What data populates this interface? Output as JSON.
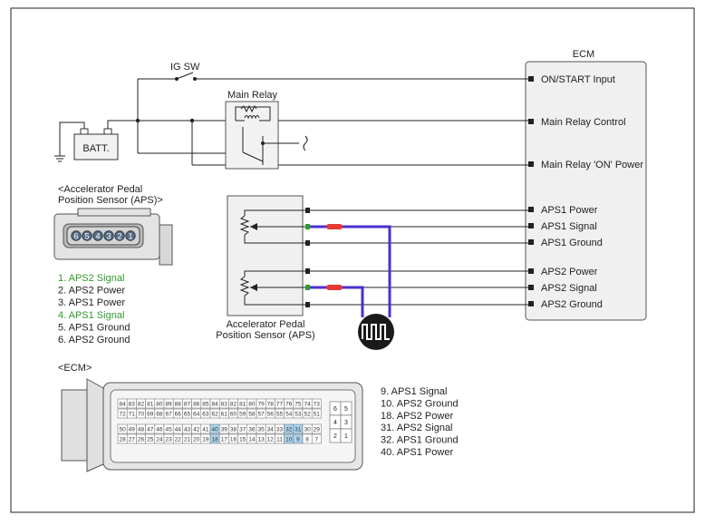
{
  "ecm_box": {
    "title": "ECM",
    "pins": [
      "ON/START Input",
      "Main Relay Control",
      "Main Relay 'ON' Power",
      "APS1 Power",
      "APS1 Signal",
      "APS1 Ground",
      "APS2 Power",
      "APS2 Signal",
      "APS2 Ground"
    ]
  },
  "ig_sw": "IG SW",
  "main_relay": "Main Relay",
  "battery": "BATT.",
  "sensor_title_line1": "Accelerator Pedal",
  "sensor_title_line2": "Position Sensor (APS)",
  "aps_connector": {
    "header_line1": "<Accelerator Pedal",
    "header_line2": "Position Sensor (APS)>",
    "pin_numbers": [
      "6",
      "5",
      "4",
      "3",
      "2",
      "1"
    ],
    "legend": [
      {
        "text": "1. APS2 Signal",
        "color": "#2e9c2e"
      },
      {
        "text": "2. APS2 Power",
        "color": "#222222"
      },
      {
        "text": "3. APS1 Power",
        "color": "#222222"
      },
      {
        "text": "4. APS1 Signal",
        "color": "#2e9c2e"
      },
      {
        "text": "5. APS1 Ground",
        "color": "#222222"
      },
      {
        "text": "6. APS2 Ground",
        "color": "#222222"
      }
    ]
  },
  "ecm_connector": {
    "header": "<ECM>",
    "legend": [
      "9. APS1 Signal",
      "10. APS2 Ground",
      "18. APS2 Power",
      "31. APS2 Signal",
      "32. APS1 Ground",
      "40. APS1 Power"
    ],
    "rows": [
      [
        "84",
        "83",
        "82",
        "81",
        "80",
        "89",
        "88",
        "87",
        "86",
        "85",
        "84",
        "83",
        "82",
        "81",
        "80",
        "79",
        "78",
        "77",
        "76",
        "75",
        "74",
        "73"
      ],
      [
        "72",
        "71",
        "70",
        "69",
        "68",
        "67",
        "66",
        "65",
        "64",
        "63",
        "62",
        "61",
        "60",
        "59",
        "58",
        "57",
        "56",
        "55",
        "54",
        "53",
        "52",
        "51"
      ],
      [
        "50",
        "49",
        "48",
        "47",
        "46",
        "45",
        "44",
        "43",
        "42",
        "41",
        "40",
        "39",
        "38",
        "37",
        "36",
        "35",
        "34",
        "33",
        "32",
        "31",
        "30",
        "29"
      ],
      [
        "28",
        "27",
        "26",
        "25",
        "24",
        "23",
        "22",
        "21",
        "20",
        "19",
        "18",
        "17",
        "16",
        "15",
        "14",
        "13",
        "12",
        "11",
        "10",
        "9",
        "8",
        "7"
      ]
    ],
    "right_block": [
      "6",
      "5",
      "4",
      "3",
      "2",
      "1"
    ],
    "highlight": [
      "9",
      "10",
      "18",
      "31",
      "32",
      "40"
    ]
  },
  "colors": {
    "signal_wire": "#4b2fd1",
    "probe": "#e53935",
    "highlight_cell": "#a9d4ef",
    "green_text": "#2e9c2e"
  }
}
